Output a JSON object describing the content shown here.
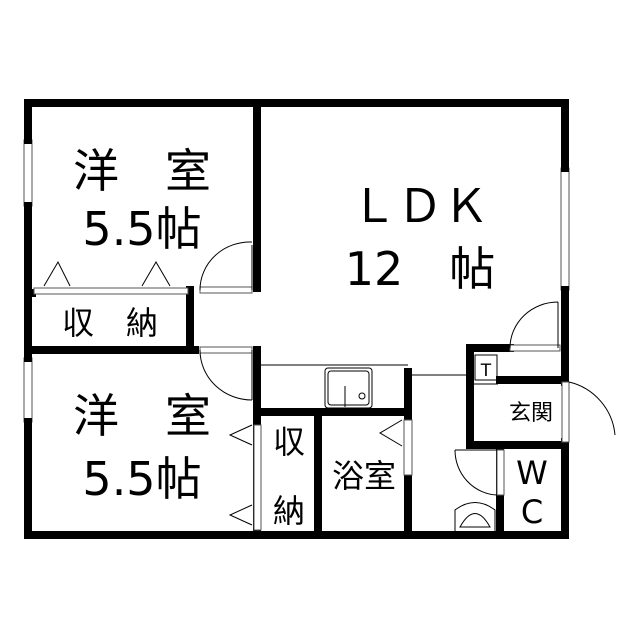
{
  "plan": {
    "bedroom1": {
      "name": "洋　室",
      "size": "5.5帖"
    },
    "closet1": {
      "name": "収　納"
    },
    "ldk": {
      "name": "ＬＤＫ",
      "size": "12　帖"
    },
    "bedroom2": {
      "name": "洋　室",
      "size": "5.5帖"
    },
    "closet2": {
      "line1": "収",
      "line2": "納"
    },
    "bathroom": {
      "name": "浴室"
    },
    "entrance": {
      "name": "玄関"
    },
    "wc": {
      "line1": "W",
      "line2": "C"
    },
    "storage_t": {
      "name": "T"
    }
  }
}
